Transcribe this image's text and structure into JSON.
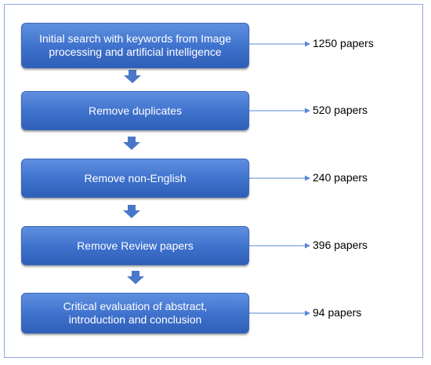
{
  "steps": [
    {
      "label": "Initial search with keywords from Image processing and artificial intelligence",
      "result": "1250 papers"
    },
    {
      "label": "Remove duplicates",
      "result": "520 papers"
    },
    {
      "label": "Remove non-English",
      "result": "240 papers"
    },
    {
      "label": "Remove Review papers",
      "result": "396 papers"
    },
    {
      "label": "Critical evaluation of abstract, introduction and conclusion",
      "result": "94 papers"
    }
  ],
  "colors": {
    "box": "#4472c4",
    "connector": "#4472c4",
    "frame": "#8ea9db"
  }
}
